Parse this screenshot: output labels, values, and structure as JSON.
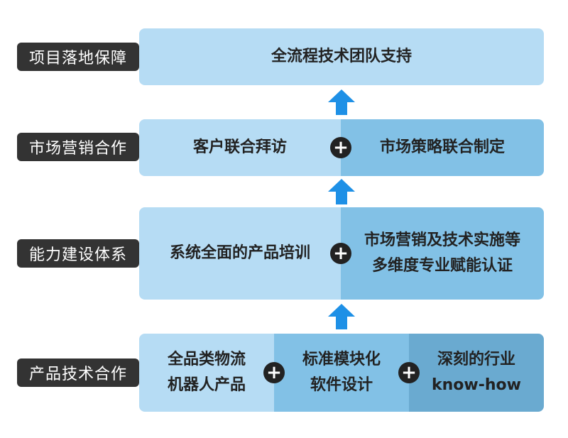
{
  "layers": [
    {
      "label": "项目落地保障",
      "cells": [
        {
          "lines": [
            "全流程技术团队支持"
          ]
        }
      ]
    },
    {
      "label": "市场营销合作",
      "cells": [
        {
          "lines": [
            "客户联合拜访"
          ]
        },
        {
          "lines": [
            "市场策略联合制定"
          ]
        }
      ]
    },
    {
      "label": "能力建设体系",
      "cells": [
        {
          "lines": [
            "系统全面的产品培训"
          ]
        },
        {
          "lines": [
            "市场营销及技术实施等",
            "多维度专业赋能认证"
          ]
        }
      ]
    },
    {
      "label": "产品技术合作",
      "cells": [
        {
          "lines": [
            "全品类物流",
            "机器人产品"
          ]
        },
        {
          "lines": [
            "标准模块化",
            "软件设计"
          ]
        },
        {
          "lines": [
            "深刻的行业",
            "know-how"
          ]
        }
      ]
    }
  ],
  "connector_symbol": "+",
  "colors": {
    "label_bg": "#333333",
    "cell_light": "#b6dcf4",
    "cell_mid": "#82c1e6",
    "cell_dark": "#6aaad0",
    "arrow": "#1e90e6",
    "plus_bg": "#222222"
  }
}
